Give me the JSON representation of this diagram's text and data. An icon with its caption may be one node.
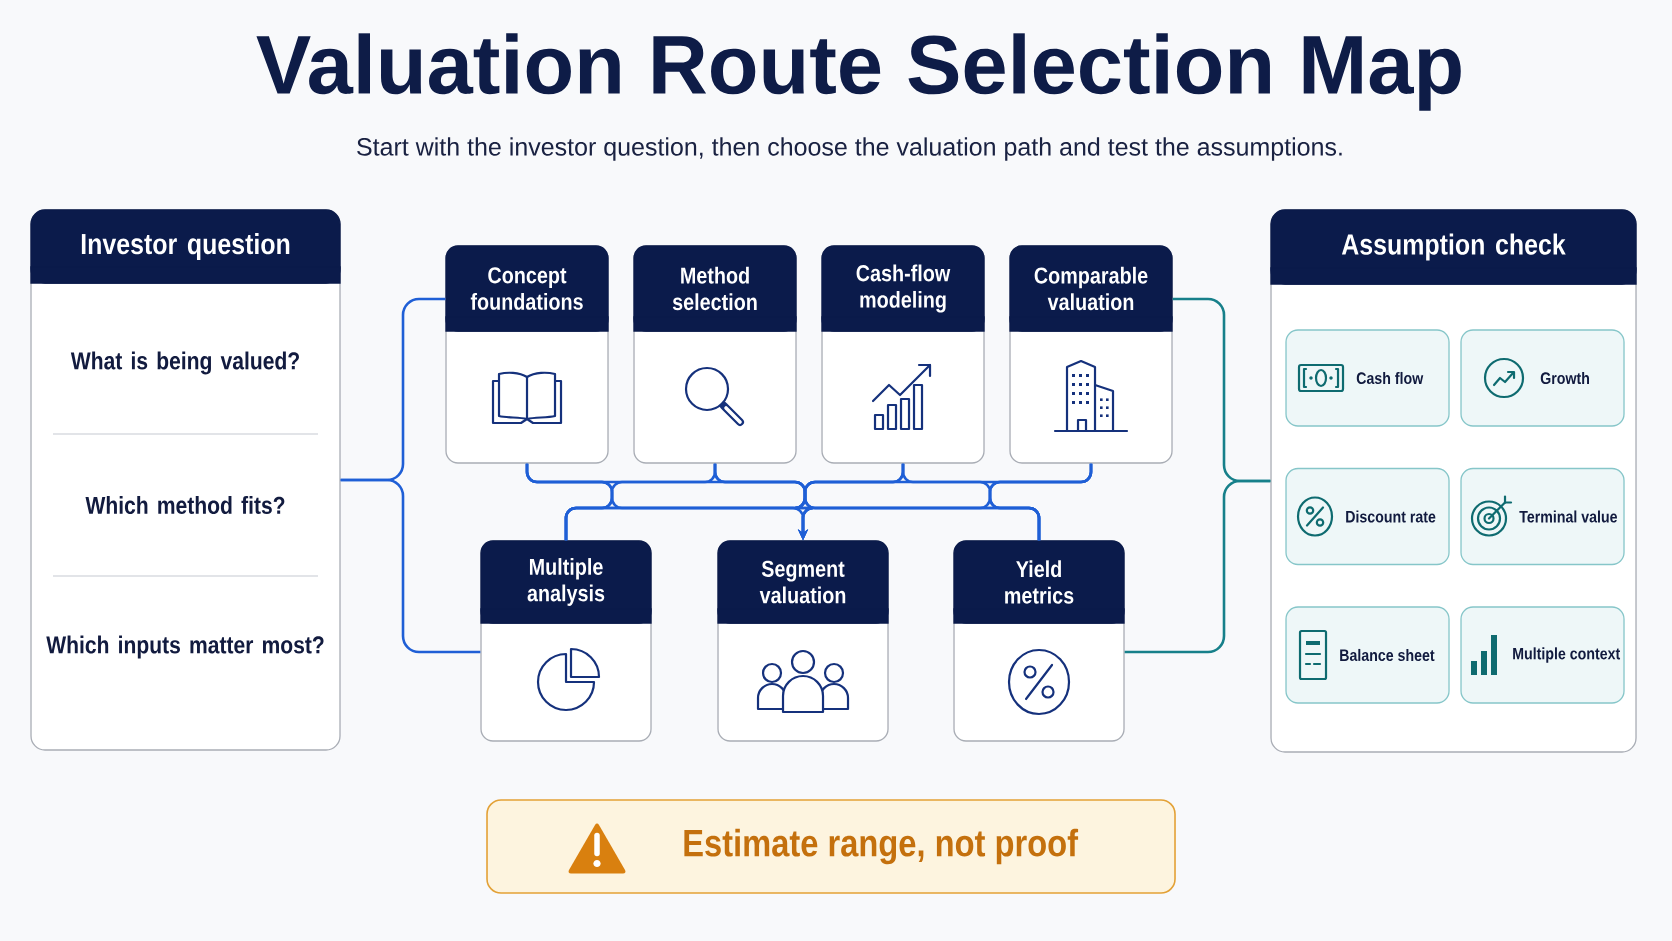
{
  "diagram": {
    "title": "Valuation Route Selection Map",
    "nodes": [
      {
        "text": [
          "Investor question",
          "What is being valued?",
          "Which method fits?",
          "Which inputs matter most?"
        ]
      },
      {
        "text": [
          "Concept foundations"
        ]
      },
      {
        "text": [
          "Method selection"
        ]
      },
      {
        "text": [
          "Cash-flow modeling"
        ]
      },
      {
        "text": [
          "Comparable valuation"
        ]
      },
      {
        "text": [
          "Multiple analysis"
        ]
      },
      {
        "text": [
          "Segment valuation"
        ]
      },
      {
        "text": [
          "Yield metrics"
        ]
      },
      {
        "text": [
          "Assumption check"
        ]
      },
      {
        "text": [
          "Cash flow"
        ],
        "in": 8
      },
      {
        "text": [
          "Growth"
        ],
        "in": 8
      },
      {
        "text": [
          "Discount rate"
        ],
        "in": 8
      },
      {
        "text": [
          "Terminal value"
        ],
        "in": 8
      },
      {
        "text": [
          "Balance sheet"
        ],
        "in": 8
      },
      {
        "text": [
          "Multiple context"
        ],
        "in": 8
      },
      {
        "text": [
          "Estimate range, not proof"
        ]
      }
    ],
    "edges": [
      {
        "from": 0,
        "to": 1,
        "arrow": "none"
      },
      {
        "from": 0,
        "to": 5,
        "arrow": "none"
      },
      {
        "from": 1,
        "to": 5,
        "arrow": "none"
      },
      {
        "from": 1,
        "to": 6,
        "arrow": "to"
      },
      {
        "from": 1,
        "to": 7,
        "arrow": "none"
      },
      {
        "from": 2,
        "to": 5,
        "arrow": "none"
      },
      {
        "from": 2,
        "to": 6,
        "arrow": "to"
      },
      {
        "from": 2,
        "to": 7,
        "arrow": "none"
      },
      {
        "from": 3,
        "to": 5,
        "arrow": "none"
      },
      {
        "from": 3,
        "to": 6,
        "arrow": "to"
      },
      {
        "from": 3,
        "to": 7,
        "arrow": "none"
      },
      {
        "from": 4,
        "to": 5,
        "arrow": "none"
      },
      {
        "from": 4,
        "to": 6,
        "arrow": "to"
      },
      {
        "from": 4,
        "to": 7,
        "arrow": "none"
      },
      {
        "from": 4,
        "to": 8,
        "arrow": "none",
        "color": "#17808a"
      },
      {
        "from": 7,
        "to": 8,
        "arrow": "none",
        "color": "#17808a"
      }
    ],
    "labels": [
      "Start with the investor question, then choose the valuation path and test the assumptions."
    ]
  }
}
